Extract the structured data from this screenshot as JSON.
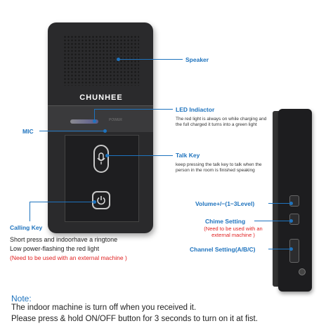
{
  "device": {
    "brand": "CHUNHEE",
    "power_text": "POWER"
  },
  "labels": {
    "speaker": "Speaker",
    "led": "LED Indiactor",
    "led_desc": "The red light is always on while charging and the full charged it turns into a green light",
    "mic": "MIC",
    "talk": "Talk Key",
    "talk_desc": "keep pressing the talk key to talk when the person in the room is finished speaking",
    "calling": "Calling Key",
    "calling_desc1": "Short press and indoorhave a ringtone",
    "calling_desc2": "Low power-flashing the red light",
    "calling_desc3": "(Need to be used with an external machine )",
    "volume": "Volume+/−(1−3Level)",
    "chime": "Chime Setting",
    "chime_note": "(Need to be used with an external machine )",
    "channel": "Channel Setting(A/B/C)"
  },
  "note": {
    "title": "Note:",
    "line1": "The indoor machine is turn off when you received it.",
    "line2": "Please press & hold ON/OFF button for 3 seconds to turn on it at fist."
  },
  "colors": {
    "accent": "#1e73be",
    "warning": "#e02020"
  },
  "icons": {
    "talk": "microphone-icon",
    "call": "power-icon"
  }
}
